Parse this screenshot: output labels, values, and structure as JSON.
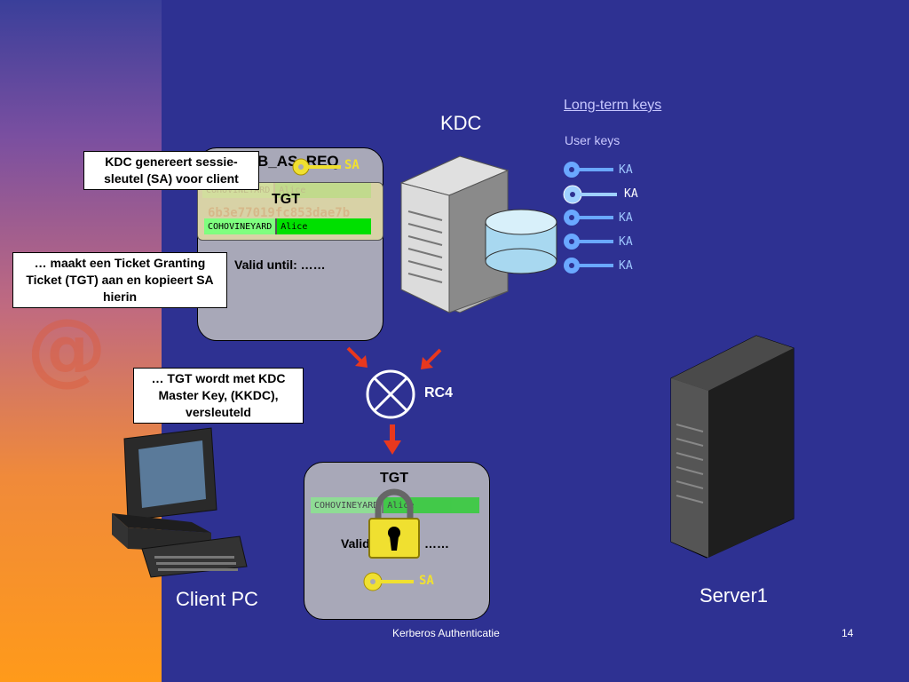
{
  "kdc_label": "KDC",
  "client_label": "Client PC",
  "server_label": "Server1",
  "rc4_label": "RC4",
  "long_term_keys": "Long-term keys",
  "user_keys": "User keys",
  "ka_labels": [
    "KA",
    "KA",
    "KA",
    "KA",
    "KA"
  ],
  "callouts": {
    "session_key": "KDC genereert sessie-sleutel (SA) voor client",
    "tgt_make": "… maakt een Ticket Granting Ticket (TGT) aan en kopieert SA hierin",
    "tgt_encrypt": "… TGT wordt met KDC Master Key, (KKDC), versleuteld"
  },
  "top_box": {
    "header_text": "B_AS_REQ",
    "sa_label": "SA",
    "tgt_title": "TGT",
    "hex": "6b3e77019fc853dae7b",
    "domain": "COHOVINEYARD",
    "user": "Alice",
    "valid": "Valid until: ……"
  },
  "bottom_box": {
    "tgt_title": "TGT",
    "domain": "COHOVINEYARD",
    "user": "Alice",
    "valid_left": "Valid",
    "valid_right": "……",
    "sa_label": "SA"
  },
  "footer": {
    "title": "Kerberos Authenticatie",
    "page": "14"
  },
  "colors": {
    "background": "#2e3192",
    "arrow": "#e8381e",
    "green": "#00e000",
    "key_blue": "#6aa8ff",
    "key_yellow": "#f0e030"
  }
}
